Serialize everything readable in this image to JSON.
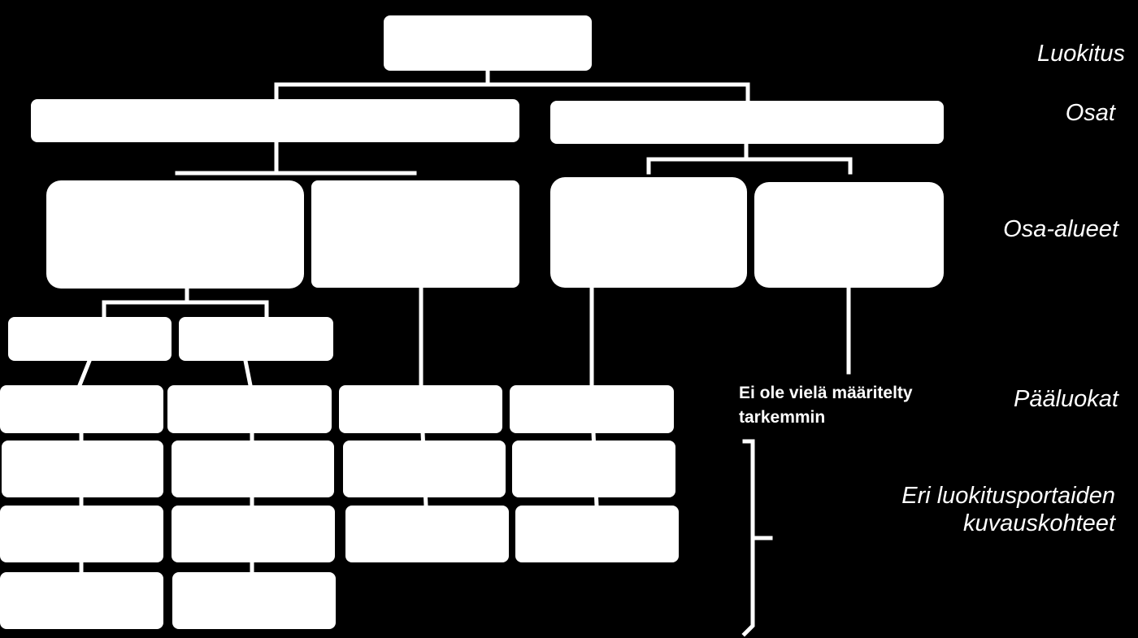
{
  "labels": {
    "luokitus": "Luokitus",
    "osat": "Osat",
    "osa_alueet": "Osa-alueet",
    "paaluokat": "Pääluokat",
    "kuvauskohteet_line1": "Eri luokitusportaiden",
    "kuvauskohteet_line2": "kuvauskohteet"
  },
  "note": {
    "line1": "Ei ole vielä määritelty",
    "line2": "tarkemmin"
  },
  "colors": {
    "background": "#000000",
    "box": "#ffffff",
    "text": "#ffffff"
  }
}
